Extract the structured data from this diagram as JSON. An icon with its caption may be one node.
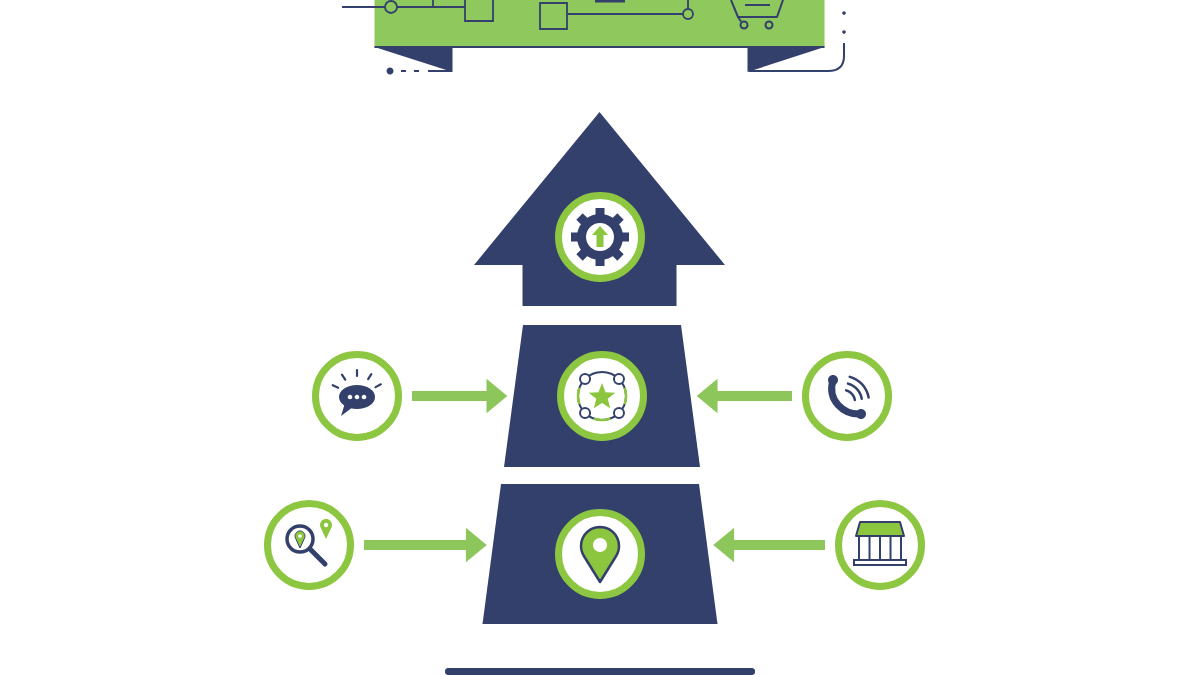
{
  "diagram": {
    "nodes": [
      {
        "text": [],
        "shape": "banner"
      },
      {
        "text": [],
        "shape": "arrow"
      },
      {
        "text": [],
        "shape": "circle"
      },
      {
        "text": [],
        "shape": "trapezoid"
      },
      {
        "text": [],
        "shape": "circle"
      },
      {
        "text": [],
        "shape": "circle"
      },
      {
        "text": [],
        "shape": "trapezoid"
      },
      {
        "text": [],
        "shape": "circle"
      },
      {
        "text": [],
        "shape": "bar"
      }
    ],
    "edges": [
      {
        "from": 2,
        "to": 3,
        "arrow": "to"
      },
      {
        "from": 4,
        "to": 3,
        "arrow": "to"
      },
      {
        "from": 5,
        "to": 6,
        "arrow": "to"
      },
      {
        "from": 7,
        "to": 6,
        "arrow": "to"
      }
    ]
  }
}
